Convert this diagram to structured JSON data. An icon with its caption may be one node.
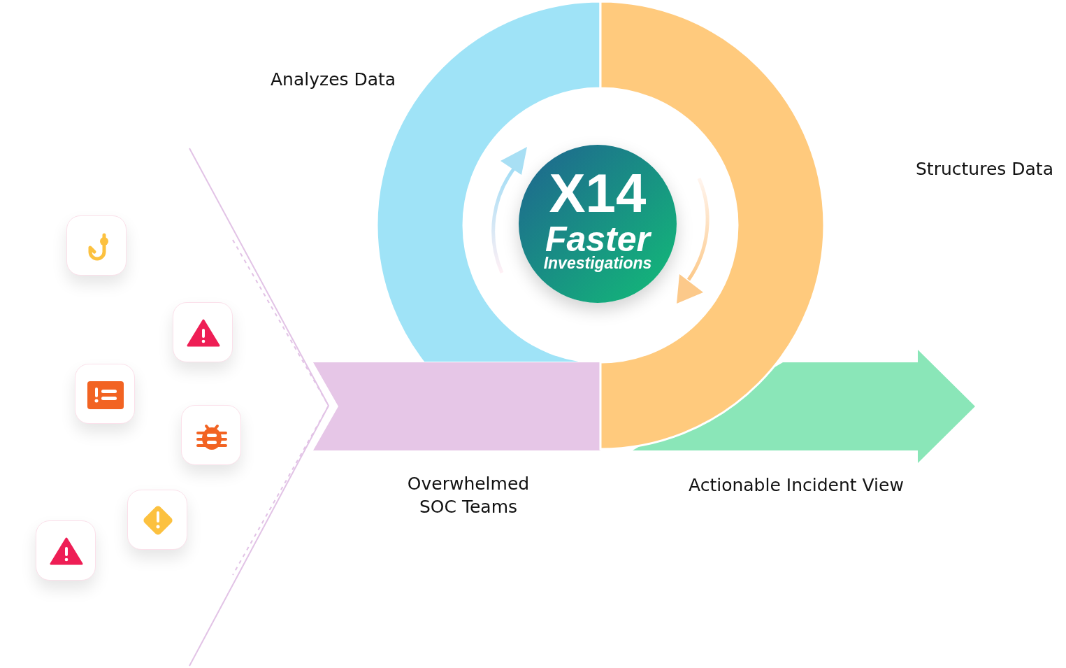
{
  "diagram": {
    "nodes": [
      {
        "text": [
          "X14",
          "Faster",
          "Investigations"
        ]
      }
    ],
    "labels": [
      "Analyzes Data",
      "Structures Data",
      "Overwhelmed SOC Teams",
      "Actionable Incident View"
    ]
  }
}
